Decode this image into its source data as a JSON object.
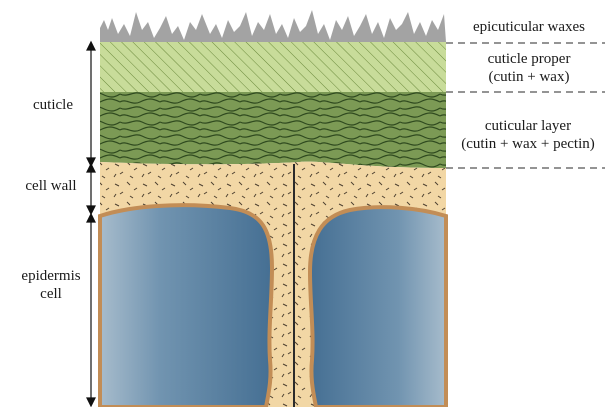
{
  "figure": {
    "labels_left": {
      "cuticle": "cuticle",
      "cell_wall": "cell wall",
      "epidermis_line1": "epidermis",
      "epidermis_line2": "cell"
    },
    "labels_right": {
      "epicuticular_waxes": "epicuticular waxes",
      "cuticle_proper_line1": "cuticle proper",
      "cuticle_proper_line2": "(cutin + wax)",
      "cuticular_layer_line1": "cuticular layer",
      "cuticular_layer_line2": "(cutin + wax + pectin)"
    },
    "colors": {
      "wax": "#9d9d9d",
      "cuticle_proper": "#c6dc97",
      "cuticular_layer": "#7a9652",
      "cell_wall": "#f2d7a5",
      "cell_wall_edge": "#c9955c",
      "epidermis_cell": "#5f87a6",
      "middle_lamella": "#2b2b2b"
    }
  }
}
